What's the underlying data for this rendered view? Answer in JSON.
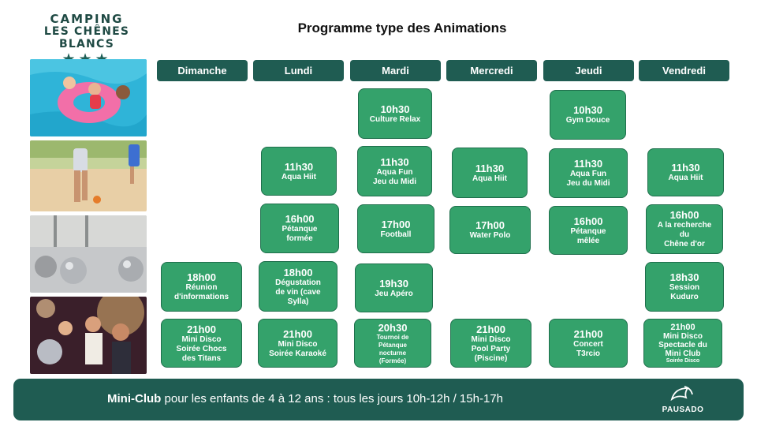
{
  "logo": {
    "line1": "CAMPING",
    "line2": "LES CHÊNES BLANCS",
    "stars": "★★★"
  },
  "title": "Programme type des Animations",
  "days": [
    "Dimanche",
    "Lundi",
    "Mardi",
    "Mercredi",
    "Jeudi",
    "Vendredi"
  ],
  "activities": [
    {
      "day": "Mardi",
      "time": "10h30",
      "desc": "Culture Relax"
    },
    {
      "day": "Jeudi",
      "time": "10h30",
      "desc": "Gym Douce"
    },
    {
      "day": "Lundi",
      "time": "11h30",
      "desc": "Aqua Hiit"
    },
    {
      "day": "Mardi",
      "time": "11h30",
      "desc": "Aqua Fun\nJeu du Midi"
    },
    {
      "day": "Mercredi",
      "time": "11h30",
      "desc": "Aqua Hiit"
    },
    {
      "day": "Jeudi",
      "time": "11h30",
      "desc": "Aqua Fun\nJeu du Midi"
    },
    {
      "day": "Vendredi",
      "time": "11h30",
      "desc": "Aqua Hiit"
    },
    {
      "day": "Lundi",
      "time": "16h00",
      "desc": "Pétanque\nformée"
    },
    {
      "day": "Mardi",
      "time": "17h00",
      "desc": "Football"
    },
    {
      "day": "Mercredi",
      "time": "17h00",
      "desc": "Water Polo"
    },
    {
      "day": "Jeudi",
      "time": "16h00",
      "desc": "Pétanque\nmêlée"
    },
    {
      "day": "Vendredi",
      "time": "16h00",
      "desc": "A la recherche\ndu\nChêne d'or"
    },
    {
      "day": "Dimanche",
      "time": "18h00",
      "desc": "Réunion\nd'informations"
    },
    {
      "day": "Lundi",
      "time": "18h00",
      "desc": "Dégustation\nde vin (cave\nSylla)"
    },
    {
      "day": "Mardi",
      "time": "19h30",
      "desc": "Jeu Apéro"
    },
    {
      "day": "Vendredi",
      "time": "18h30",
      "desc": "Session\nKuduro"
    },
    {
      "day": "Dimanche",
      "time": "21h00",
      "desc": "Mini Disco\nSoirée Chocs\ndes Titans"
    },
    {
      "day": "Lundi",
      "time": "21h00",
      "desc": "Mini Disco\nSoirée Karaoké"
    },
    {
      "day": "Mardi",
      "time": "20h30",
      "desc": "Tournoi de\nPétanque\nnocturne\n(Formée)"
    },
    {
      "day": "Mercredi",
      "time": "21h00",
      "desc": "Mini Disco\nPool Party\n(Piscine)"
    },
    {
      "day": "Jeudi",
      "time": "21h00",
      "desc": "Concert\nT3rcio"
    },
    {
      "day": "Vendredi",
      "time": "21h00",
      "desc": "Mini Disco\nSpectacle du\nMini Club",
      "extra": "Soirée Disco"
    }
  ],
  "banner": {
    "bold": "Mini-Club",
    "text": " pour les enfants de 4 à 12 ans : tous les jours 10h-12h / 15h-17h",
    "brand": "PAUSADO"
  },
  "colors": {
    "dark_green": "#1f5c52",
    "activity_green": "#34a26b"
  },
  "photos": [
    "pool-photo",
    "beach-volley-photo",
    "petanque-photo",
    "disco-photo"
  ]
}
